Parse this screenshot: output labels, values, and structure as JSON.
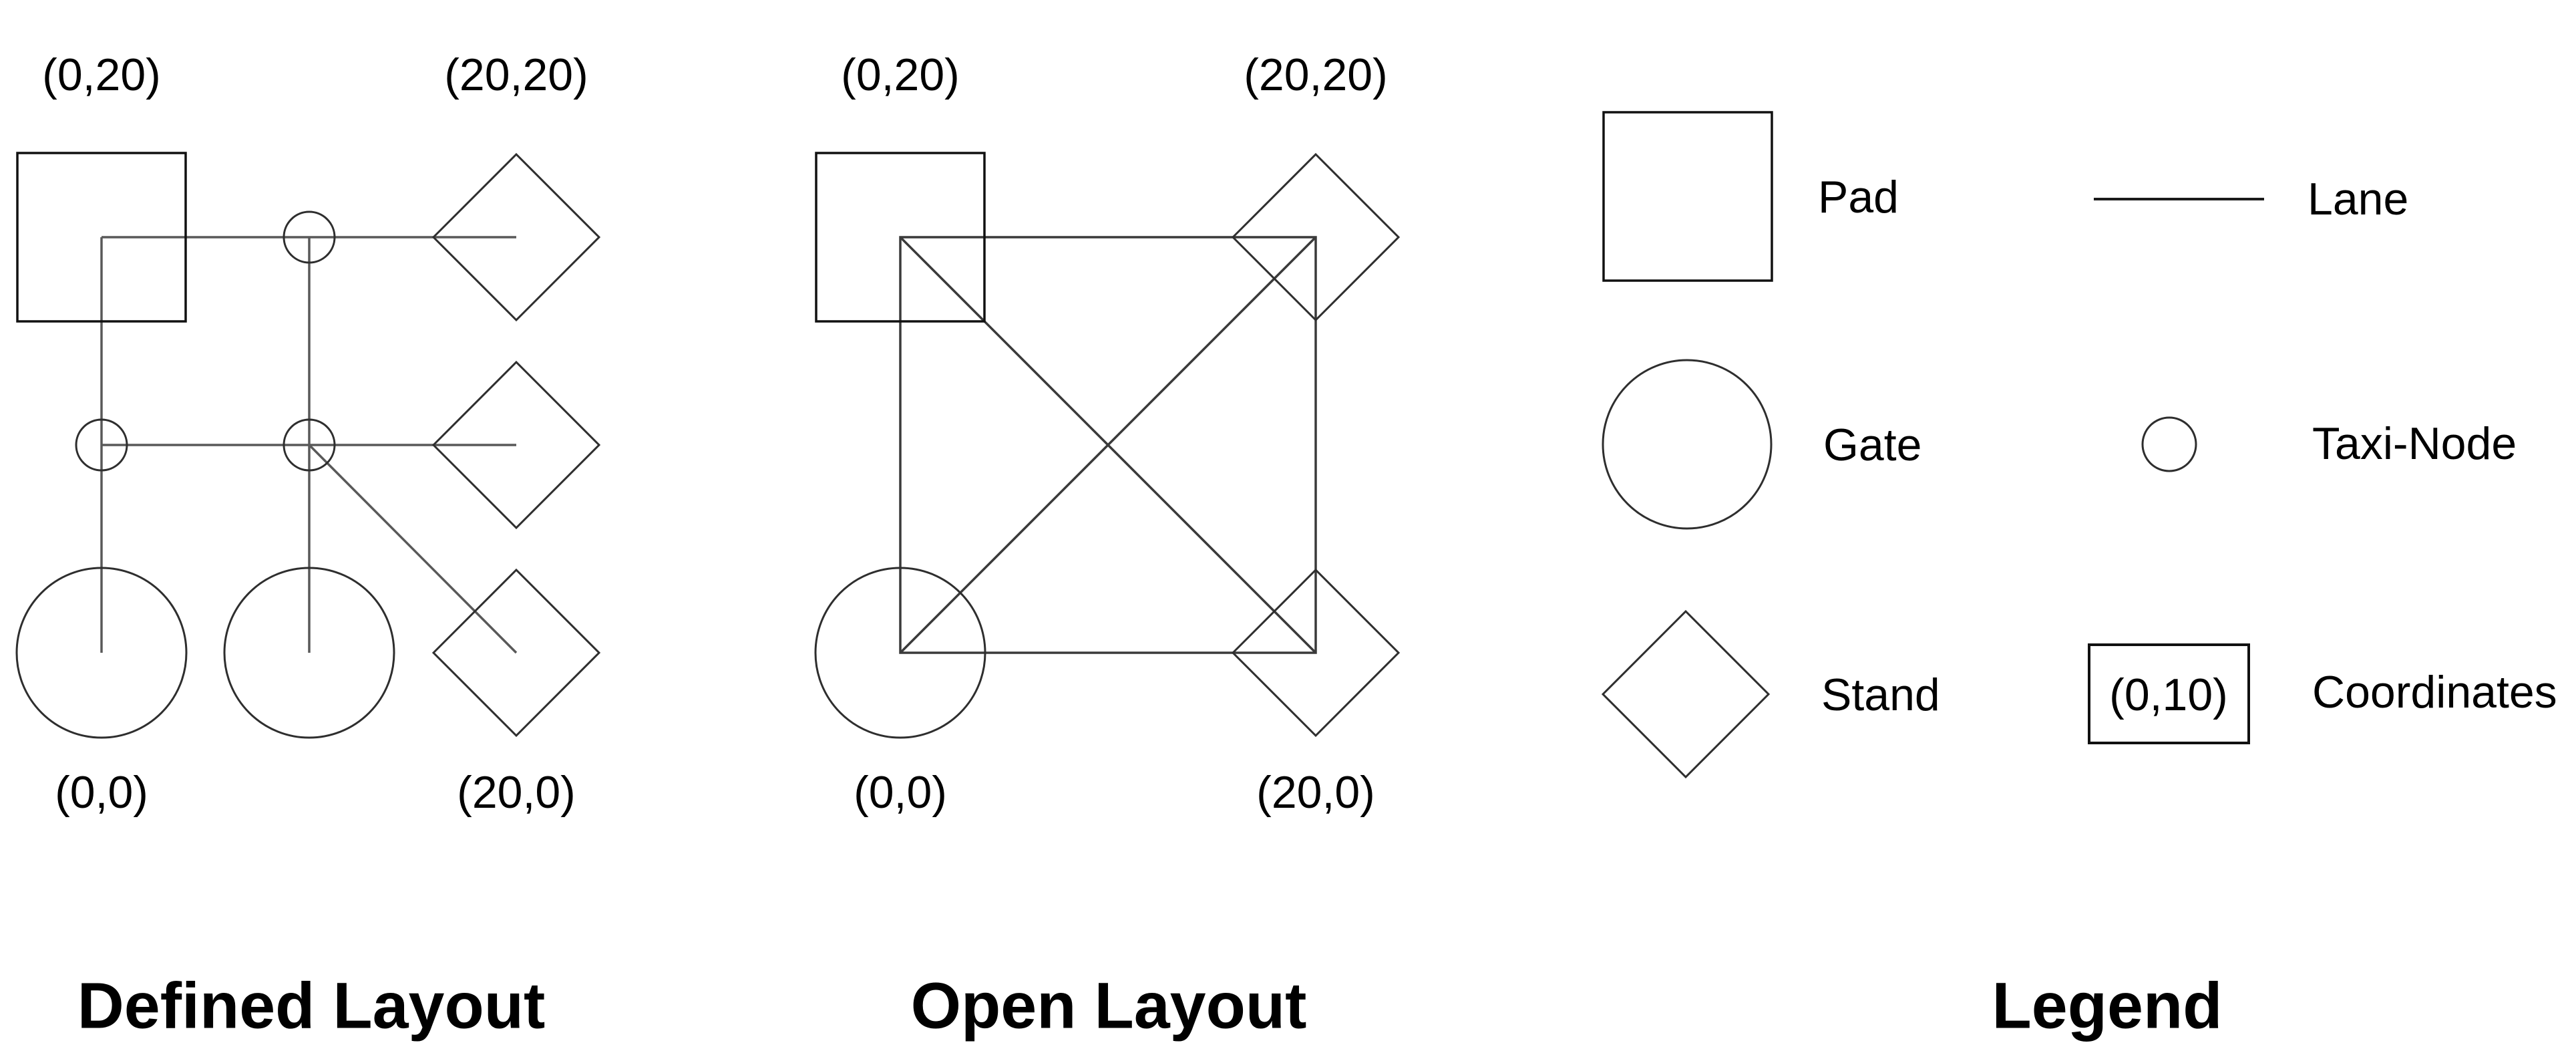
{
  "defined_layout": {
    "title": "Defined Layout",
    "labels": {
      "top_left": "(0,20)",
      "top_right": "(20,20)",
      "bottom_left": "(0,0)",
      "bottom_right": "(20,0)"
    }
  },
  "open_layout": {
    "title": "Open Layout",
    "labels": {
      "top_left": "(0,20)",
      "top_right": "(20,20)",
      "bottom_left": "(0,0)",
      "bottom_right": "(20,0)"
    }
  },
  "legend": {
    "title": "Legend",
    "pad_label": "Pad",
    "gate_label": "Gate",
    "stand_label": "Stand",
    "lane_label": "Lane",
    "taxi_node_label": "Taxi-Node",
    "coordinates_label": "Coordinates",
    "coordinates_sample": "(0,10)"
  },
  "colors": {
    "lane_stroke": "#595959",
    "shape_stroke": "#2e2e2e",
    "pad_stroke": "#111111",
    "text": "#000000",
    "background": "#ffffff"
  }
}
